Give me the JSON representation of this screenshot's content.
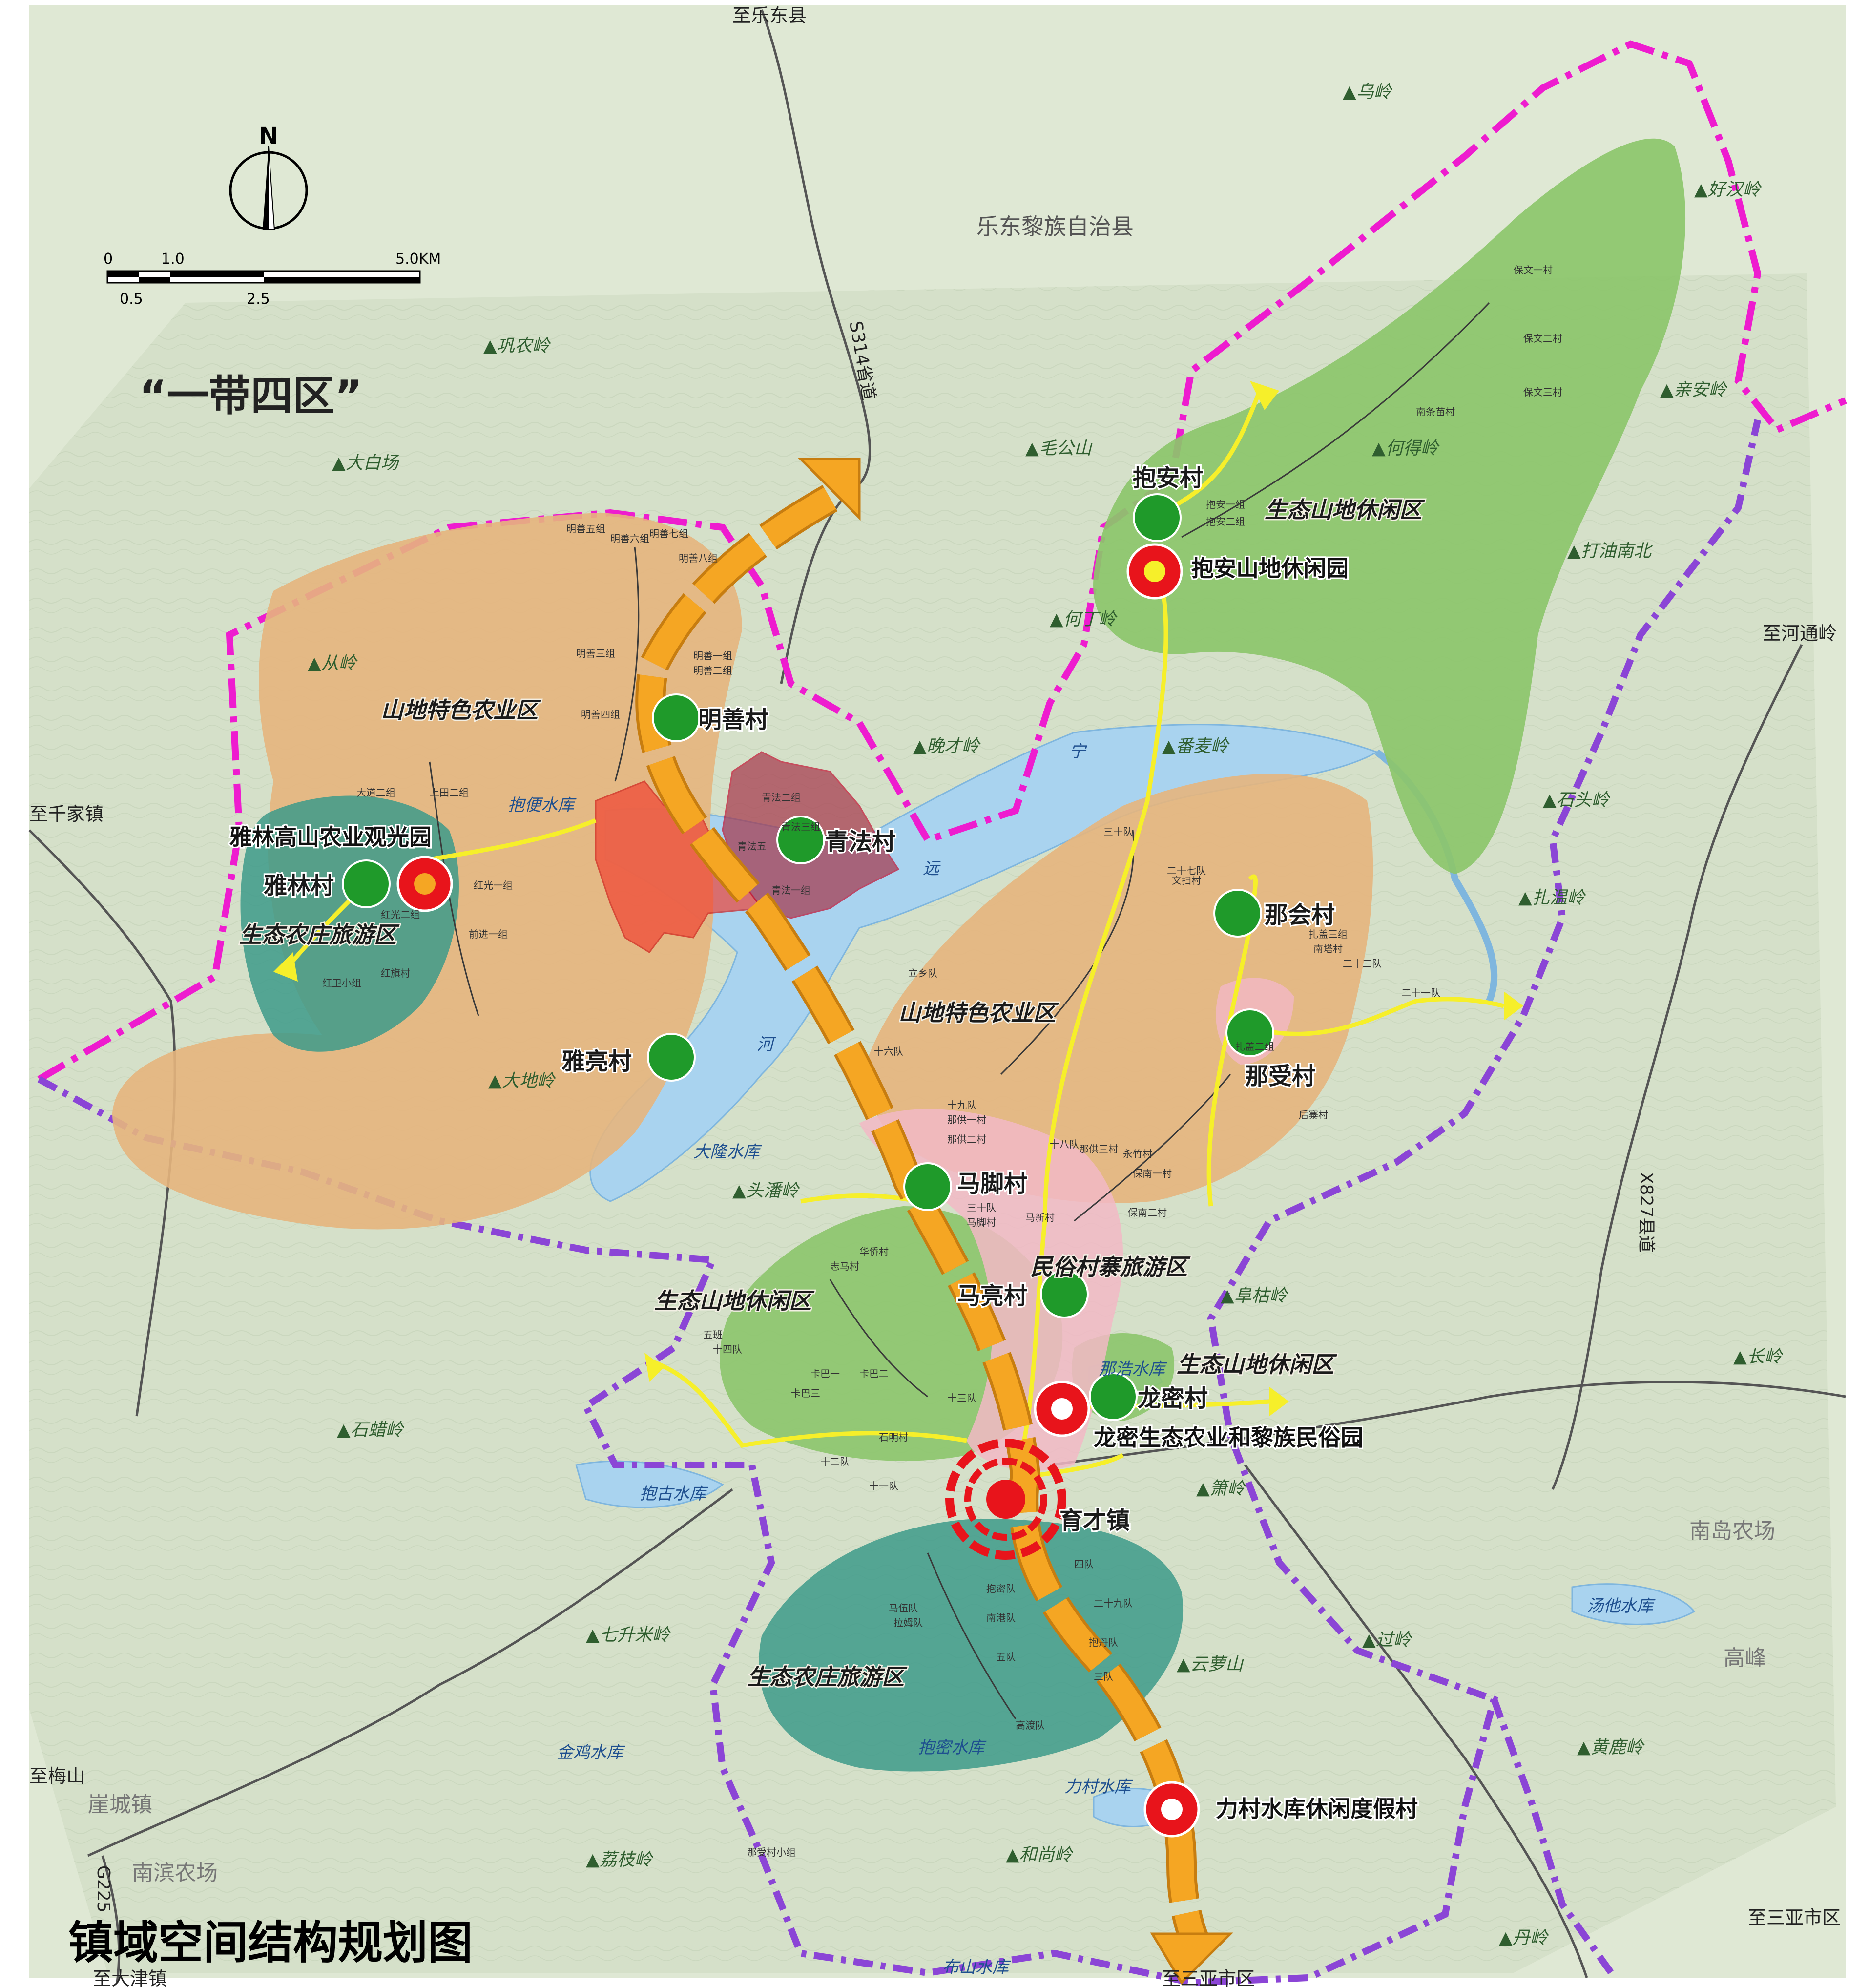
{
  "title": "镇域空间结构规划图",
  "slogan": "“一带四区”",
  "north": "N",
  "scale_bar": {
    "ticks_top": [
      "0",
      "1.0",
      "5.0KM"
    ],
    "ticks_bottom": [
      "0.5",
      "2.5"
    ]
  },
  "colors": {
    "background": "#dfe8d4",
    "terrain": "#c9d8bd",
    "agri_zone": "#e5b57d",
    "eco_leisure": "#8cc56b",
    "eco_farm": "#3d9a8a",
    "folk_village": "#f2b8c6",
    "green_node": "#1f9a2a",
    "red_node": "#e8141b",
    "axis_orange": "#f5a623",
    "tourist_route": "#f6ef2a",
    "county_boundary": "#ee1ccf",
    "town_boundary": "#8b45d6",
    "water": "#a9d3ef"
  },
  "edge_labels": {
    "le_dong": "至乐东县",
    "he_tong_ling": "至河通岭",
    "qian_jia": "至千家镇",
    "mei_shan": "至梅山",
    "san_ya_right": "至三亚市区",
    "san_ya_bottom": "至三亚市区",
    "da_jin": "至大津镇"
  },
  "roads": {
    "s314": "S314省道",
    "x827": "X827县道",
    "g225": "G225"
  },
  "counties": {
    "ledong": "乐东黎族自治县"
  },
  "places": {
    "ya_cheng": "崖城镇",
    "nan_bin_farm": "南滨农场",
    "nan_dao_farm": "南岛农场",
    "gao_feng": "高峰"
  },
  "zones": {
    "agri_west": "山地特色农业区",
    "agri_east": "山地特色农业区",
    "eco_leisure_ne": "生态山地休闲区",
    "eco_leisure_mid": "生态山地休闲区",
    "eco_leisure_east": "生态山地休闲区",
    "eco_farm_west": "生态农庄旅游区",
    "eco_farm_south": "生态农庄旅游区",
    "folk": "民俗村寨旅游区"
  },
  "villages": {
    "baoan": "抱安村",
    "mingshan": "明善村",
    "qingfa": "青法村",
    "yalin": "雅林村",
    "yaliang": "雅亮村",
    "nahui": "那会村",
    "nashou": "那受村",
    "majiao": "马脚村",
    "maliang": "马亮村",
    "longmi": "龙密村",
    "yucai": "育才镇"
  },
  "parks": {
    "baoan_park": "抱安山地休闲园",
    "yalin_park": "雅林高山农业观光园",
    "longmi_park": "龙密生态农业和黎族民俗园",
    "licun_park": "力村水库休闲度假村"
  },
  "mountains": {
    "wu_ling": "乌岭",
    "hao_han_ling": "好汉岭",
    "qin_an_ling": "亲安岭",
    "he_de_ling": "何得岭",
    "mao_gong_shan": "毛公山",
    "da_you_nan_bei": "打油南北",
    "he_ding_ling": "何丁岭",
    "gong_nong_ling": "巩农岭",
    "da_bai_chang": "大白场",
    "cong_ling": "从岭",
    "wan_cai_ling": "晚才岭",
    "fan_mai_ling": "番麦岭",
    "shi_tou_ling": "石头岭",
    "zha_wen_ling": "扎温岭",
    "da_di_ling": "大地岭",
    "tou_pan_ling": "头潘岭",
    "fu_ku_ling": "阜枯岭",
    "chang_ling": "长岭",
    "shi_xie_ling": "石蜡岭",
    "qi_sheng_mi_ling": "七升米岭",
    "yun_luo_shan": "云萝山",
    "guo_ling": "过岭",
    "huang_lu_ling": "黄鹿岭",
    "li_zhi_ling": "荔枝岭",
    "he_shang_ling": "和尚岭",
    "dan_ling": "丹岭",
    "xiao_ling": "箫岭"
  },
  "waters": {
    "bao_bian": "抱便水库",
    "da_long": "大隆水库",
    "bao_gu": "抱古水库",
    "na_hao": "那浩水库",
    "jin_ji": "金鸡水库",
    "bao_mi": "抱密水库",
    "li_cun": "力村水库",
    "tang_ta": "汤他水库",
    "bu_shan": "布山水库",
    "river_ning": "宁",
    "river_yuan": "远",
    "river_he": "河"
  },
  "minor_labels": [
    "保文一村",
    "保文二村",
    "保文三村",
    "南条苗村",
    "抱安一组",
    "抱安二组",
    "明善五组",
    "明善六组",
    "明善七组",
    "明善八组",
    "明善一组",
    "明善二组",
    "明善三组",
    "明善四组",
    "青法二组",
    "青法一组",
    "青法五",
    "青法三组",
    "大道二组",
    "上田二组",
    "红光一组",
    "红光二组",
    "前进一组",
    "红旗村",
    "红卫小组",
    "三十队",
    "二十七队",
    "文扫村",
    "十六队",
    "立乡队",
    "十九队",
    "那供一村",
    "那供二村",
    "那供三村",
    "永竹村",
    "保南一村",
    "保南二村",
    "十八队",
    "三十队",
    "马脚村",
    "马新村",
    "华侨村",
    "志马村",
    "五班",
    "十四队",
    "卡巴一",
    "卡巴二",
    "卡巴三",
    "十二队",
    "石明村",
    "十一队",
    "十三队",
    "马伍队",
    "拉姆队",
    "抱密队",
    "南港队",
    "五队",
    "四队",
    "二十九队",
    "抱丹队",
    "三队",
    "高渡队",
    "那受村小组",
    "扎盖二组",
    "扎盖三组",
    "南塔村",
    "二十二队",
    "二十一队",
    "后寨村"
  ]
}
